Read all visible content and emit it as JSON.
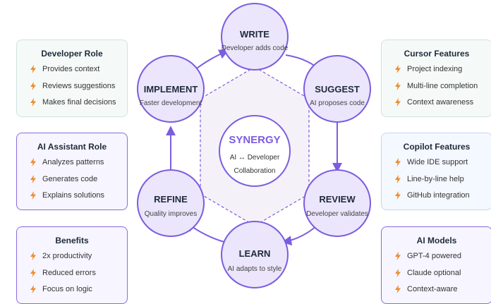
{
  "center": {
    "title": "SYNERGY",
    "line1": "AI ↔ Developer",
    "line2": "Collaboration"
  },
  "nodes": {
    "write": {
      "title": "WRITE",
      "subtitle": "Developer adds code"
    },
    "suggest": {
      "title": "SUGGEST",
      "subtitle": "AI proposes code"
    },
    "review": {
      "title": "REVIEW",
      "subtitle": "Developer validates"
    },
    "learn": {
      "title": "LEARN",
      "subtitle": "AI adapts to style"
    },
    "refine": {
      "title": "REFINE",
      "subtitle": "Quality improves"
    },
    "implement": {
      "title": "IMPLEMENT",
      "subtitle": "Faster development"
    }
  },
  "left_cards": [
    {
      "title": "Developer Role",
      "items": [
        "Provides context",
        "Reviews suggestions",
        "Makes final decisions"
      ]
    },
    {
      "title": "AI Assistant Role",
      "items": [
        "Analyzes patterns",
        "Generates code",
        "Explains solutions"
      ]
    },
    {
      "title": "Benefits",
      "items": [
        "2x productivity",
        "Reduced errors",
        "Focus on logic"
      ]
    }
  ],
  "right_cards": [
    {
      "title": "Cursor Features",
      "items": [
        "Project indexing",
        "Multi-line completion",
        "Context awareness"
      ]
    },
    {
      "title": "Copilot Features",
      "items": [
        "Wide IDE support",
        "Line-by-line help",
        "GitHub integration"
      ]
    },
    {
      "title": "AI Models",
      "items": [
        "GPT-4 powered",
        "Claude optional",
        "Context-aware"
      ]
    }
  ],
  "colors": {
    "accent": "#7c5ce0",
    "node_fill": "#ebe6fb",
    "bolt": "#f08c2a"
  }
}
